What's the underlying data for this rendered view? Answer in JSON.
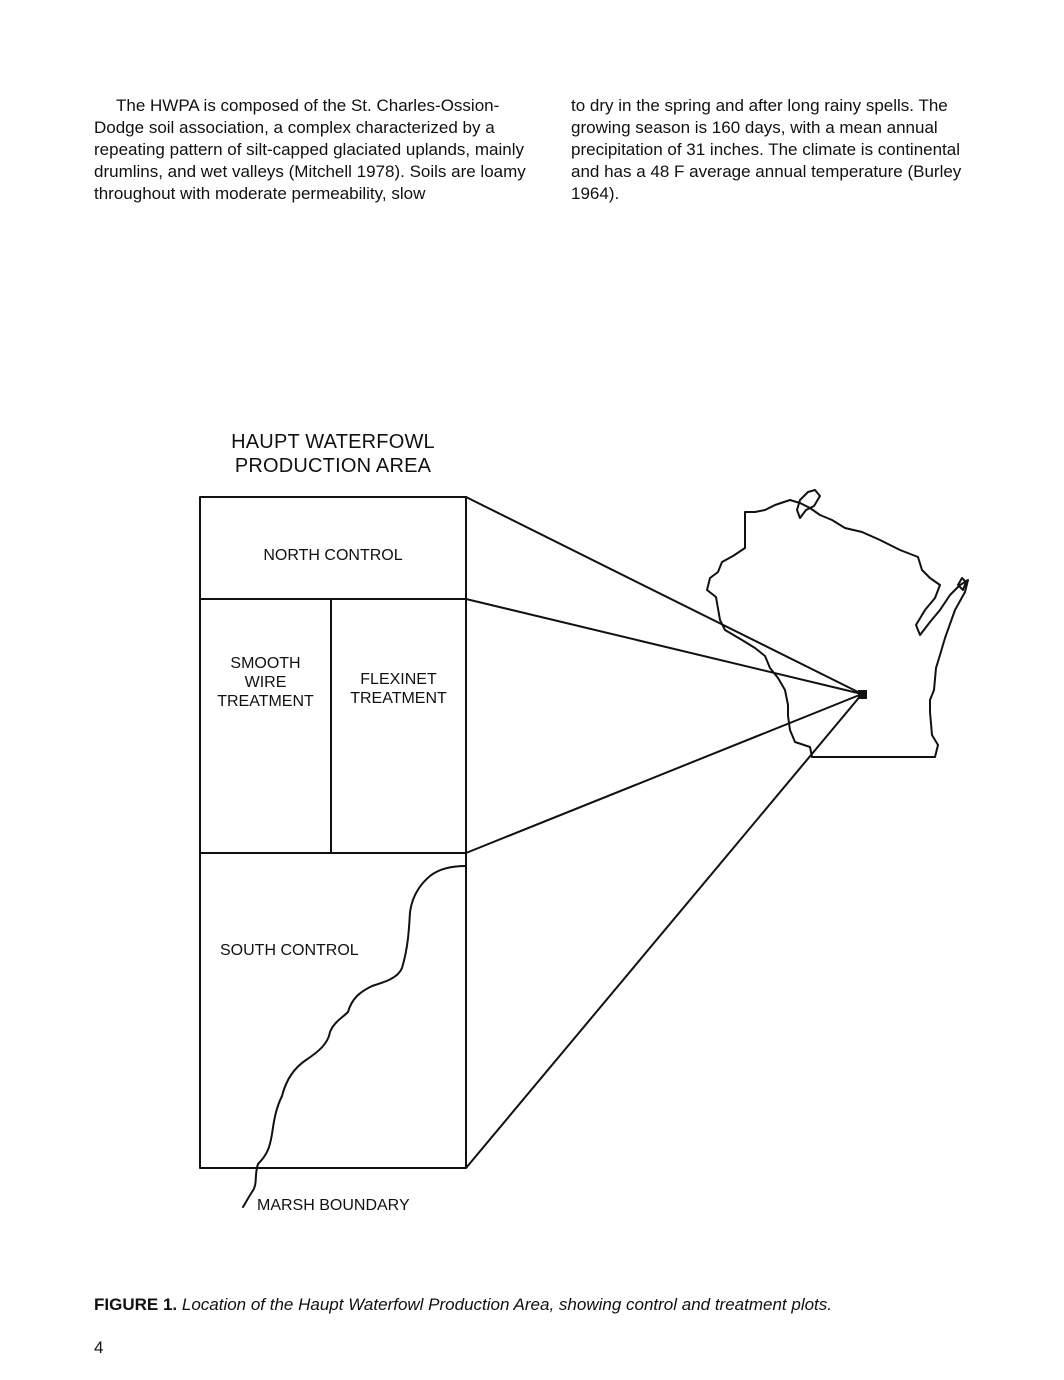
{
  "text": {
    "left_column": "The HWPA is composed of the St. Charles-Ossion-Dodge soil association, a complex characterized by a repeating pattern of silt-capped glaciated uplands, mainly drumlins, and wet valleys (Mitchell 1978). Soils are loamy throughout with moderate permeability, slow",
    "right_column": "to dry in the spring and after long rainy spells. The growing season is 160 days, with a mean annual precipitation of 31 inches. The climate is continental and has a 48 F average annual temperature (Burley 1964)."
  },
  "figure": {
    "title_line1": "HAUPT WATERFOWL",
    "title_line2": "PRODUCTION AREA",
    "plots": {
      "north": "NORTH CONTROL",
      "smooth_line1": "SMOOTH",
      "smooth_line2": "WIRE",
      "smooth_line3": "TREATMENT",
      "flexinet_line1": "FLEXINET",
      "flexinet_line2": "TREATMENT",
      "south": "SOUTH CONTROL"
    },
    "marsh_label": "MARSH BOUNDARY",
    "map": "outline map of Wisconsin with site marker"
  },
  "caption": {
    "label": "FIGURE 1.",
    "text": "Location of the Haupt Waterfowl Production Area, showing control and treatment plots."
  },
  "page_number": "4"
}
